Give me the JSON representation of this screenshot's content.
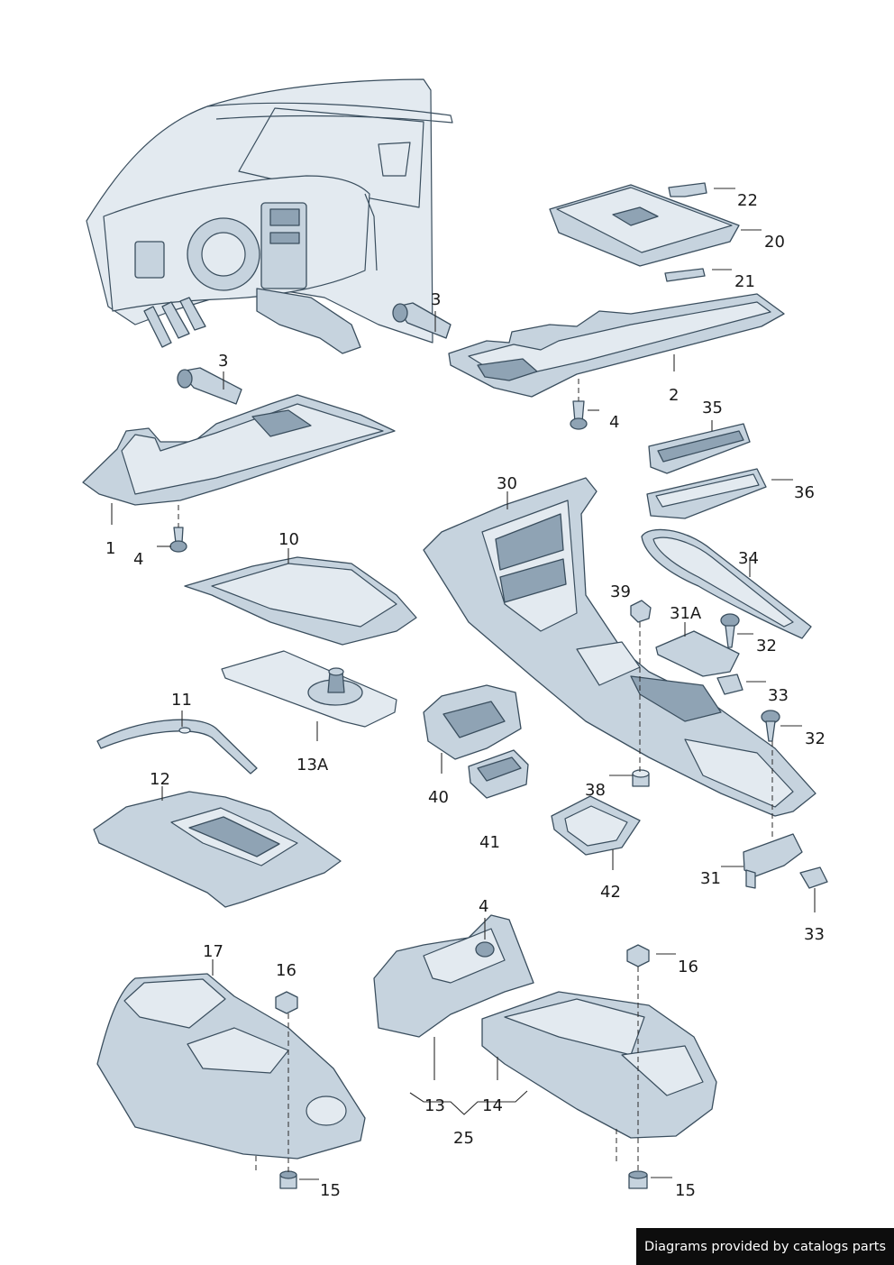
{
  "callouts": {
    "c1": "1",
    "c2": "2",
    "c3a": "3",
    "c3b": "3",
    "c4a": "4",
    "c4b": "4",
    "c4c": "4",
    "c10": "10",
    "c11": "11",
    "c12": "12",
    "c13": "13",
    "c13a": "13A",
    "c14": "14",
    "c15a": "15",
    "c15b": "15",
    "c16a": "16",
    "c16b": "16",
    "c17": "17",
    "c20": "20",
    "c21": "21",
    "c22": "22",
    "c25": "25",
    "c30": "30",
    "c31": "31",
    "c31a": "31A",
    "c32a": "32",
    "c32b": "32",
    "c33a": "33",
    "c33b": "33",
    "c34": "34",
    "c35": "35",
    "c36": "36",
    "c38": "38",
    "c39": "39",
    "c40": "40",
    "c41": "41",
    "c42": "42"
  },
  "credit": "Diagrams provided by catalogs parts",
  "colors": {
    "part_fill": "#c6d3de",
    "part_shadow": "#8fa3b4",
    "line": "#3a4e5e",
    "credit_bg": "#0d0d0d"
  }
}
